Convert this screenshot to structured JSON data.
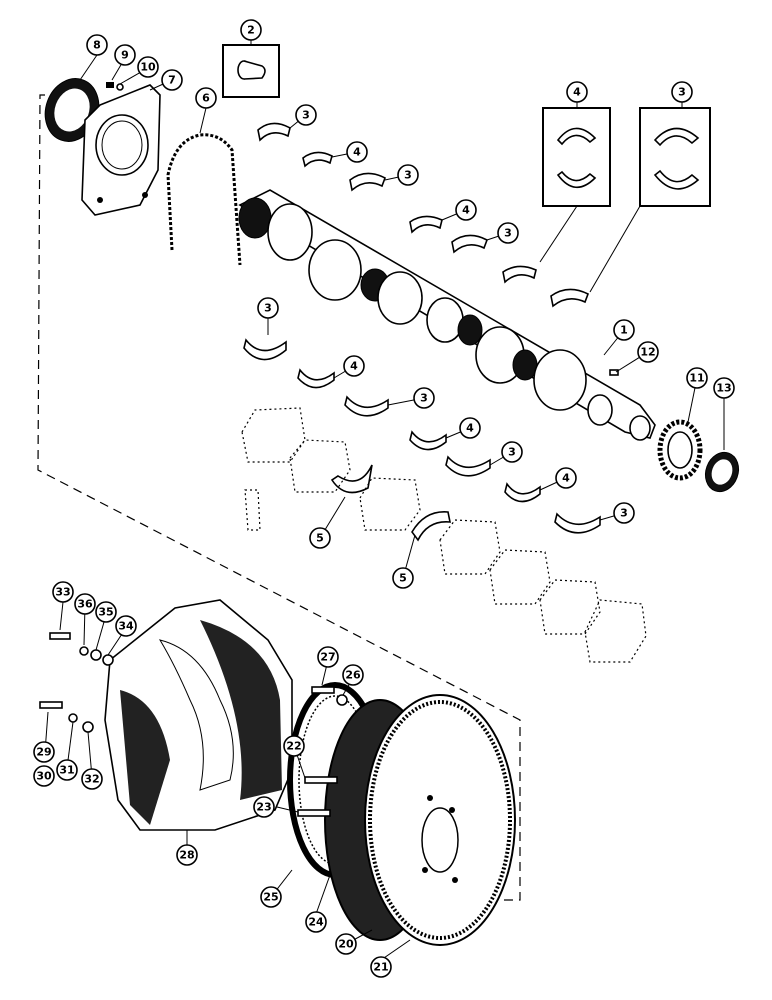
{
  "callouts": [
    {
      "id": "c1",
      "label": "1"
    },
    {
      "id": "c2",
      "label": "2"
    },
    {
      "id": "c3a",
      "label": "3"
    },
    {
      "id": "c3b",
      "label": "3"
    },
    {
      "id": "c3c",
      "label": "3"
    },
    {
      "id": "c3d",
      "label": "3"
    },
    {
      "id": "c3e",
      "label": "3"
    },
    {
      "id": "c3f",
      "label": "3"
    },
    {
      "id": "c3g",
      "label": "3"
    },
    {
      "id": "c3h",
      "label": "3"
    },
    {
      "id": "c4a",
      "label": "4"
    },
    {
      "id": "c4b",
      "label": "4"
    },
    {
      "id": "c4c",
      "label": "4"
    },
    {
      "id": "c4d",
      "label": "4"
    },
    {
      "id": "c4e",
      "label": "4"
    },
    {
      "id": "c4f",
      "label": "4"
    },
    {
      "id": "c5a",
      "label": "5"
    },
    {
      "id": "c5b",
      "label": "5"
    },
    {
      "id": "c6",
      "label": "6"
    },
    {
      "id": "c7",
      "label": "7"
    },
    {
      "id": "c8",
      "label": "8"
    },
    {
      "id": "c9",
      "label": "9"
    },
    {
      "id": "c10",
      "label": "10"
    },
    {
      "id": "c11",
      "label": "11"
    },
    {
      "id": "c12",
      "label": "12"
    },
    {
      "id": "c13",
      "label": "13"
    },
    {
      "id": "c20",
      "label": "20"
    },
    {
      "id": "c21",
      "label": "21"
    },
    {
      "id": "c22",
      "label": "22"
    },
    {
      "id": "c23",
      "label": "23"
    },
    {
      "id": "c24",
      "label": "24"
    },
    {
      "id": "c25",
      "label": "25"
    },
    {
      "id": "c26",
      "label": "26"
    },
    {
      "id": "c27",
      "label": "27"
    },
    {
      "id": "c28",
      "label": "28"
    },
    {
      "id": "c29",
      "label": "29"
    },
    {
      "id": "c30",
      "label": "30"
    },
    {
      "id": "c31",
      "label": "31"
    },
    {
      "id": "c32",
      "label": "32"
    },
    {
      "id": "c33",
      "label": "33"
    },
    {
      "id": "c34",
      "label": "34"
    },
    {
      "id": "c35",
      "label": "35"
    },
    {
      "id": "c36",
      "label": "36"
    }
  ]
}
